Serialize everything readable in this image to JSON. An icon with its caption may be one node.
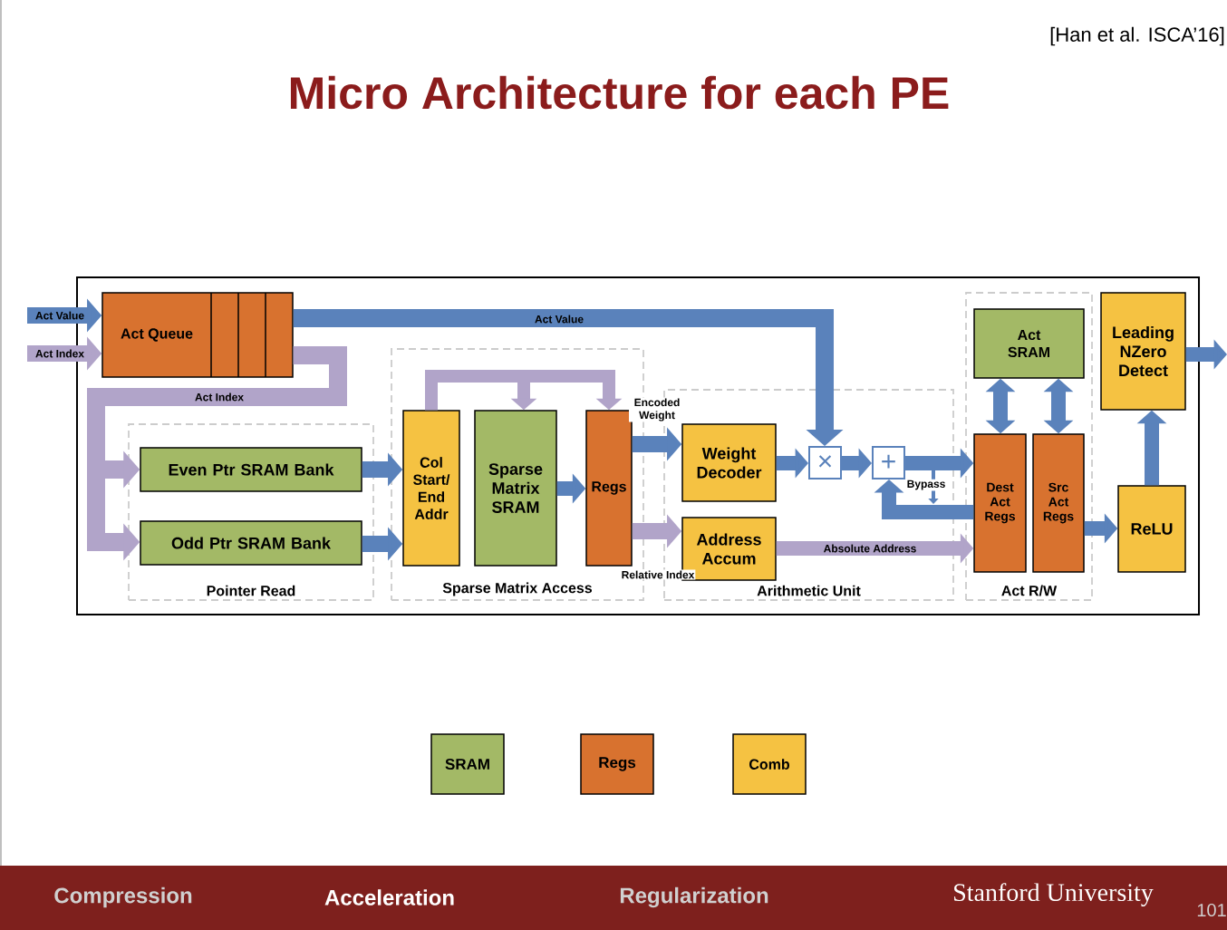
{
  "diagram": {
    "title": "Micro Architecture for each PE",
    "nodes": [
      {
        "text": [
          "Act Queue"
        ]
      },
      {
        "text": [
          "Pointer Read"
        ]
      },
      {
        "text": [
          "Even Ptr SRAM Bank"
        ],
        "in": 1
      },
      {
        "text": [
          "Odd Ptr SRAM Bank"
        ],
        "in": 1
      },
      {
        "text": [
          "Sparse Matrix Access"
        ]
      },
      {
        "text": [
          "Col Start/ End Addr"
        ],
        "in": 4
      },
      {
        "text": [
          "Sparse Matrix SRAM"
        ],
        "in": 4
      },
      {
        "text": [
          "Regs"
        ],
        "in": 4
      },
      {
        "text": [
          "Arithmetic Unit"
        ]
      },
      {
        "text": [
          "Weight Decoder"
        ],
        "in": 8
      },
      {
        "text": [
          "Address Accum"
        ],
        "in": 8
      },
      {
        "text": [
          "×"
        ],
        "in": 8
      },
      {
        "text": [
          "+"
        ],
        "in": 8
      },
      {
        "text": [
          "Act R/W"
        ]
      },
      {
        "text": [
          "Act SRAM"
        ],
        "in": 13
      },
      {
        "text": [
          "Dest Act Regs"
        ],
        "in": 13
      },
      {
        "text": [
          "Src Act Regs"
        ],
        "in": 13
      },
      {
        "text": [
          "Leading NZero Detect"
        ]
      },
      {
        "text": [
          "ReLU"
        ]
      }
    ],
    "edges": [
      {
        "from": null,
        "to": 0,
        "arrow": "to",
        "label": "Act Value"
      },
      {
        "from": null,
        "to": 0,
        "arrow": "to",
        "label": "Act Index",
        "color": "#b1a4c9"
      },
      {
        "from": 0,
        "to": 11,
        "arrow": "to",
        "label": "Act Value"
      },
      {
        "from": 0,
        "to": 2,
        "arrow": "to",
        "label": "Act Index",
        "color": "#b1a4c9"
      },
      {
        "from": 0,
        "to": 3,
        "arrow": "to",
        "color": "#b1a4c9"
      },
      {
        "from": 2,
        "to": 5,
        "arrow": "to"
      },
      {
        "from": 3,
        "to": 5,
        "arrow": "to"
      },
      {
        "from": 5,
        "to": 6,
        "arrow": "to",
        "color": "#b1a4c9"
      },
      {
        "from": 5,
        "to": 7,
        "arrow": "to",
        "color": "#b1a4c9"
      },
      {
        "from": 6,
        "to": 7,
        "arrow": "to"
      },
      {
        "from": 7,
        "to": 9,
        "arrow": "to",
        "label": "Encoded Weight"
      },
      {
        "from": 7,
        "to": 10,
        "arrow": "to",
        "label": "Relative Index",
        "color": "#b1a4c9"
      },
      {
        "from": 9,
        "to": 11,
        "arrow": "to"
      },
      {
        "from": 11,
        "to": 12,
        "arrow": "to"
      },
      {
        "from": 12,
        "to": 15,
        "arrow": "to"
      },
      {
        "from": 15,
        "to": 12,
        "arrow": "to",
        "label": "Bypass"
      },
      {
        "from": 10,
        "to": 15,
        "arrow": "to",
        "label": "Absolute Address",
        "color": "#b1a4c9"
      },
      {
        "from": 14,
        "to": 15,
        "arrow": "both"
      },
      {
        "from": 14,
        "to": 16,
        "arrow": "both"
      },
      {
        "from": 16,
        "to": 18,
        "arrow": "to"
      },
      {
        "from": 18,
        "to": 17,
        "arrow": "to"
      },
      {
        "from": 17,
        "to": null,
        "arrow": "to"
      }
    ],
    "labels": [
      "[Han et al. ISCA’16]",
      "Compression",
      "Acceleration",
      "Regularization",
      "Stanford University",
      "101"
    ],
    "legend": [
      {
        "text": "SRAM",
        "color": "#a3b966"
      },
      {
        "text": "Regs",
        "color": "#d8722f"
      },
      {
        "text": "Comb",
        "color": "#f5c242"
      }
    ]
  }
}
